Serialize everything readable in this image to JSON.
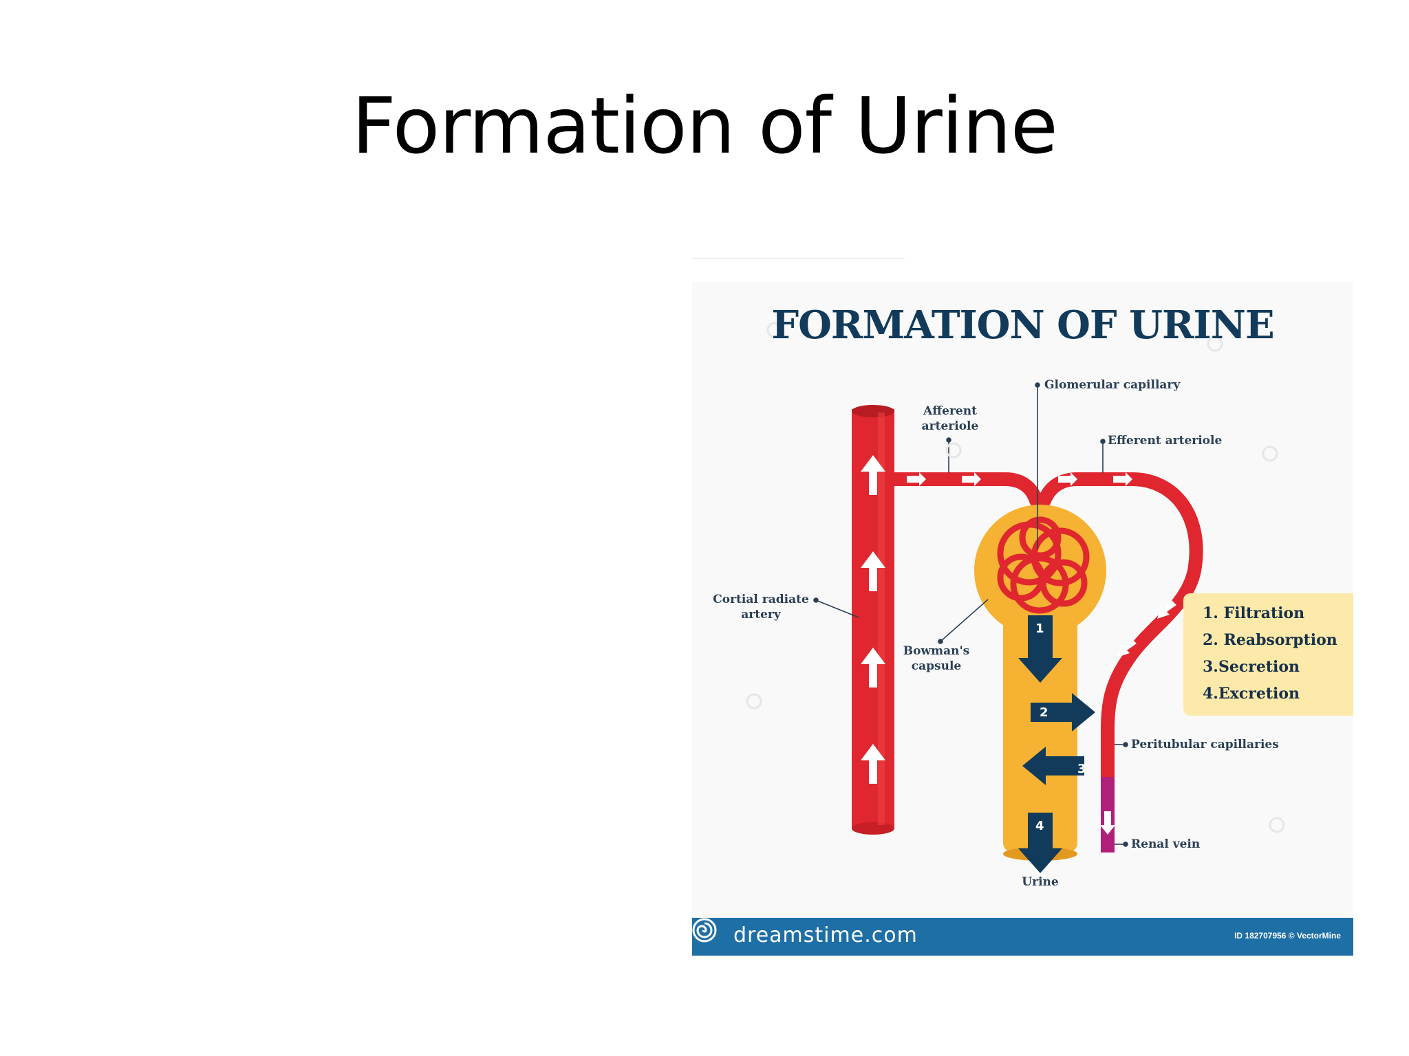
{
  "slide": {
    "title": "Formation of Urine"
  },
  "figure": {
    "title": "FORMATION OF URINE",
    "labels": {
      "glomerular_capillary": "Glomerular capillary",
      "afferent_arteriole": "Afferent\narteriole",
      "efferent_arteriole": "Efferent arteriole",
      "cortial_radiate_artery": "Cortial radiate\nartery",
      "bowmans_capsule": "Bowman's\ncapsule",
      "peritubular_capillaries": "Peritubular capillaries",
      "renal_vein": "Renal vein",
      "urine": "Urine"
    },
    "step_badges": [
      "1",
      "2",
      "3",
      "4"
    ],
    "legend": [
      "1. Filtration",
      "2. Reabsorption",
      "3.Secretion",
      "4.Excretion"
    ],
    "banner": {
      "brand": "dreamstime.com",
      "stock_id": "ID 182707956 © VectorMine"
    },
    "colors": {
      "artery": "#e0262e",
      "capsule": "#f6b233",
      "tubule_arrow": "#123a5a",
      "renal_vein": "#b0207a",
      "legend_bg": "#fde9a9",
      "banner": "#1e6fa6"
    }
  }
}
